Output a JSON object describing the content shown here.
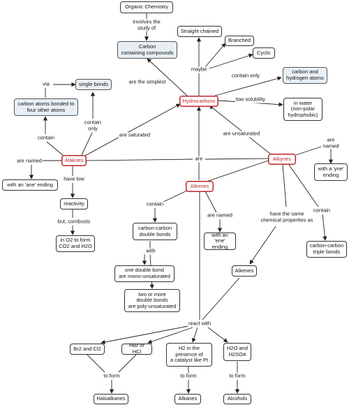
{
  "nodes": {
    "organic_chemistry": "Organic Chemistry",
    "carbon_compounds": "Carbon\ncontaining compounds",
    "straight_chained": "Straight chained",
    "branched": "Branched",
    "cyclic": "Cyclic",
    "carbon_hydrogen": "carbon and\nhydrogen atoms",
    "hydrocarbons": "Hydrocarbons",
    "in_water": "in water\n(non-polar\nhydrophobic)",
    "single_bonds": "single bonds",
    "carbon_bonded": "carbon atoms bonded to\nfour other atoms",
    "alkanes_main": "Alaknes",
    "alkynes": "Alkynes",
    "alkenes": "Alkenes",
    "ane_ending": "with an 'ane' ending",
    "reactivity": "reactivity",
    "o2_combust": "in O2 to form\nCO2 and H2O",
    "yne_ending": "with a 'yne'\nending",
    "cc_double": "carbon-carbon\ndouble bonds",
    "ene_ending": "with an\n'ene' ending",
    "cc_triple": "carbon-carbon\ntriple bonds",
    "mono_unsat": "one double bond\nare mono-unsaturated",
    "poly_unsat": "two or more\ndouble bonds\nare poly-unsaturated",
    "alkenes_2": "Alkenes",
    "br2_cl2": "Br2 and Cl2",
    "hbr_hcl": "HBr or HCl",
    "h2_pt": "H2 in the\npresence of\na catalyst like Pt",
    "h2o_h2so4": "H2O and\nH2SO4",
    "haloalkanes": "Haloalkanes",
    "alkanes_product": "Alkanes",
    "alcohols": "Alcohols"
  },
  "labels": {
    "involves": "involves the\nstudy of",
    "maybe": "maybe",
    "contain_only_hc": "contain only",
    "simplest": "are the simplest",
    "low_solubility": "low solubility",
    "via": "via",
    "contain_left": "contain",
    "contain_only_left": "contain\nonly",
    "saturated": "are saturated",
    "unsaturated": "are unsaturated",
    "are_named_left": "are named",
    "are": "are",
    "are_named_right": "are named",
    "have_low": "have low",
    "but_combusts": "but, combusts",
    "contain_alkenes": "contain",
    "are_named_mid": "are named",
    "have_same": "have the same\nchemical properties as",
    "contain_alkynes": "contain",
    "with": "with",
    "react_with": "react with",
    "to_form_1": "to form",
    "to_form_2": "to form",
    "to_form_3": "to form"
  }
}
